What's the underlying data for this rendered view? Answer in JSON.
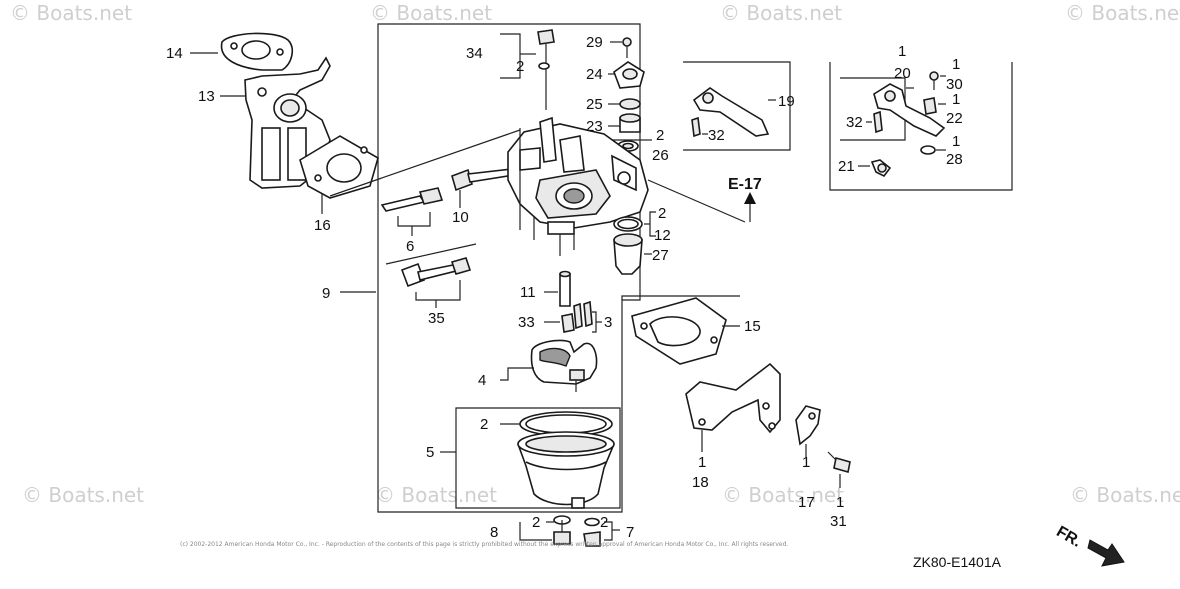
{
  "watermark": "© Boats.net",
  "diagram_code": "ZK80-E1401A",
  "front_indicator": "FR.",
  "copyright": "(c) 2002-2012 American Honda Motor Co., Inc. - Reproduction of the contents of this page is strictly prohibited without the express written approval of American Honda Motor Co., Inc. All rights reserved.",
  "labels": {
    "l14": "14",
    "l13": "13",
    "l16": "16",
    "l10": "10",
    "l6": "6",
    "l9": "9",
    "l35": "35",
    "l34": "34",
    "l34_2": "2",
    "l29": "29",
    "l24": "24",
    "l25": "25",
    "l23": "23",
    "l26_qty": "2",
    "l26": "26",
    "l12_qty": "2",
    "l12": "12",
    "l27": "27",
    "l11": "11",
    "l33": "33",
    "l3": "3",
    "l4": "4",
    "l2": "2",
    "l5": "5",
    "l8": "8",
    "l8_qty": "2",
    "l7_qty": "2",
    "l7": "7",
    "l19": "19",
    "l32a": "32",
    "e17": "E-17",
    "l15": "15",
    "l18_qty": "1",
    "l18": "18",
    "l17_qty": "1",
    "l17": "17",
    "l31_qty": "1",
    "l31": "31",
    "l20_qty": "1",
    "l20": "20",
    "l30_qty": "1",
    "l30": "30",
    "l22_qty": "1",
    "l22": "22",
    "l32b": "32",
    "l28_qty": "1",
    "l28": "28",
    "l21": "21"
  }
}
